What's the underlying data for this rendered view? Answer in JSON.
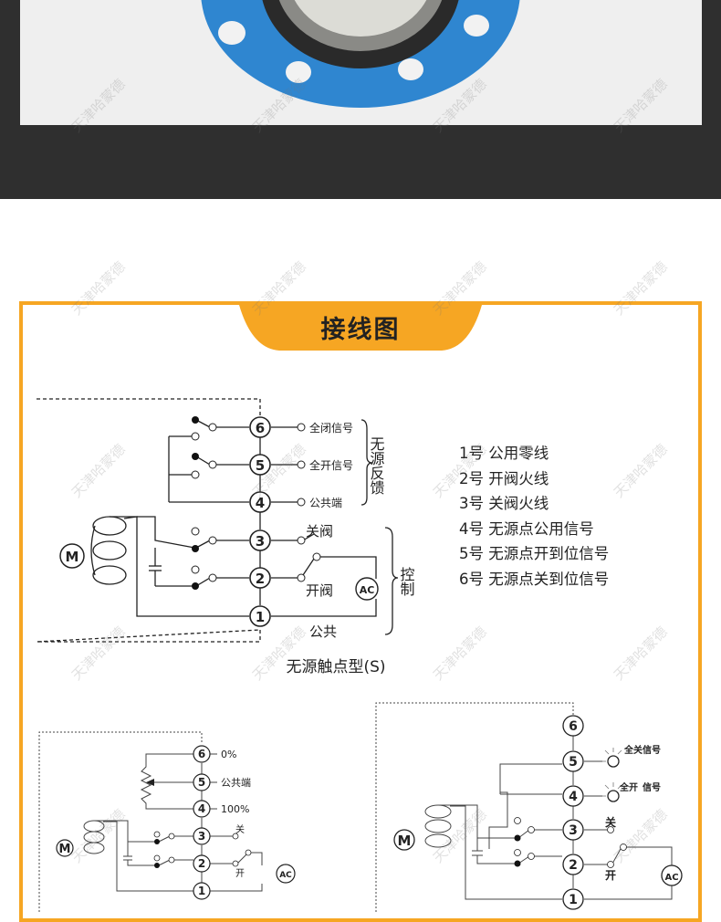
{
  "header": {
    "title": "接线图"
  },
  "diagram_s": {
    "caption": "无源触点型(S)",
    "terminals": [
      "6",
      "5",
      "4",
      "3",
      "2",
      "1"
    ],
    "labels": {
      "t6": "全闭信号",
      "t5": "全开信号",
      "t4": "公共端",
      "t3": "关阀",
      "t2": "开阀",
      "t1": "公共",
      "feedback": "无源反馈",
      "control": "控制",
      "motor": "M",
      "ac": "AC"
    }
  },
  "legend": {
    "items": [
      "1号  公用零线",
      "2号  开阀火线",
      "3号  关阀火线",
      "4号  无源点公用信号",
      "5号  无源点开到位信号",
      "6号  无源点关到位信号"
    ]
  },
  "diagram_pot": {
    "labels": {
      "t6": "0%",
      "t5": "公共端",
      "t4": "100%",
      "t3": "关",
      "t2": "开",
      "motor": "M",
      "ac": "AC"
    }
  },
  "diagram_lamp": {
    "labels": {
      "t5": "全关信号",
      "t4a": "全开",
      "t4b": "信号",
      "t3": "关",
      "t2": "开",
      "motor": "M",
      "ac": "AC"
    }
  },
  "watermark": "天津哈蒙德",
  "colors": {
    "accent": "#f6a623",
    "flange": "#2f86d0",
    "dark_band": "#2f2f2f"
  }
}
